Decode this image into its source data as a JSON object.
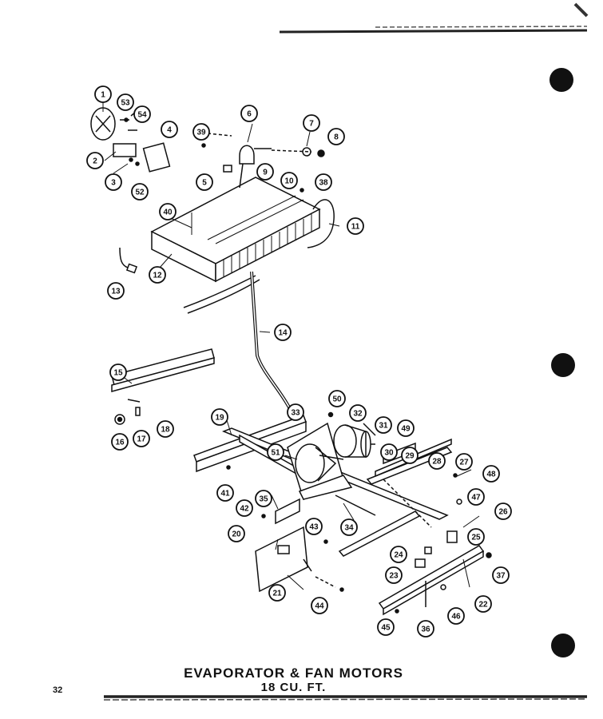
{
  "title": "EVAPORATOR & FAN MOTORS",
  "subtitle": "18 CU. FT.",
  "page_number": "32",
  "callouts": [
    "1",
    "53",
    "54",
    "4",
    "2",
    "3",
    "52",
    "6",
    "39",
    "5",
    "7",
    "8",
    "9",
    "10",
    "38",
    "40",
    "11",
    "12",
    "13",
    "14",
    "15",
    "16",
    "17",
    "18",
    "19",
    "33",
    "50",
    "32",
    "31",
    "49",
    "51",
    "30",
    "29",
    "28",
    "27",
    "48",
    "41",
    "35",
    "42",
    "34",
    "47",
    "26",
    "25",
    "43",
    "20",
    "24",
    "23",
    "37",
    "22",
    "21",
    "44",
    "36",
    "46",
    "45"
  ]
}
